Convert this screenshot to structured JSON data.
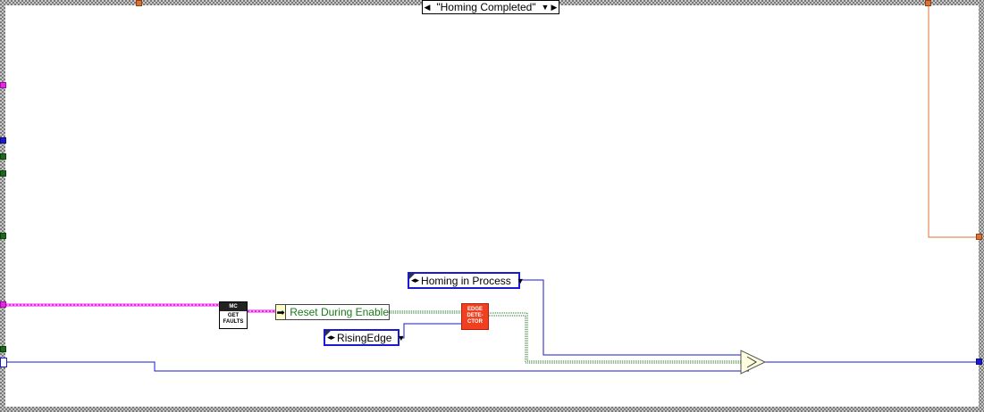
{
  "case_structure": {
    "selector_label": "\"Homing Completed\"",
    "selector_prev_icon": "left-triangle-icon",
    "selector_next_icon": "right-triangle-icon",
    "selector_dropdown_icon": "down-triangle-icon"
  },
  "constants": {
    "homing_status": "Homing in Process",
    "edge_type": "RisingEdge"
  },
  "nodes": {
    "get_faults_header": "MC",
    "get_faults_body": "GET FAULTS",
    "edge_detector_text": "EDGE DETE- CTOR",
    "unbundle_field": "Reset During Enable",
    "unbundle_arrow": "➡"
  },
  "wire_colors": {
    "enum": "#1a1ad0",
    "cluster": "#ee22ee",
    "boolean": "#1a7a1a",
    "orange": "#e07030",
    "border": "#7a7a7a"
  }
}
